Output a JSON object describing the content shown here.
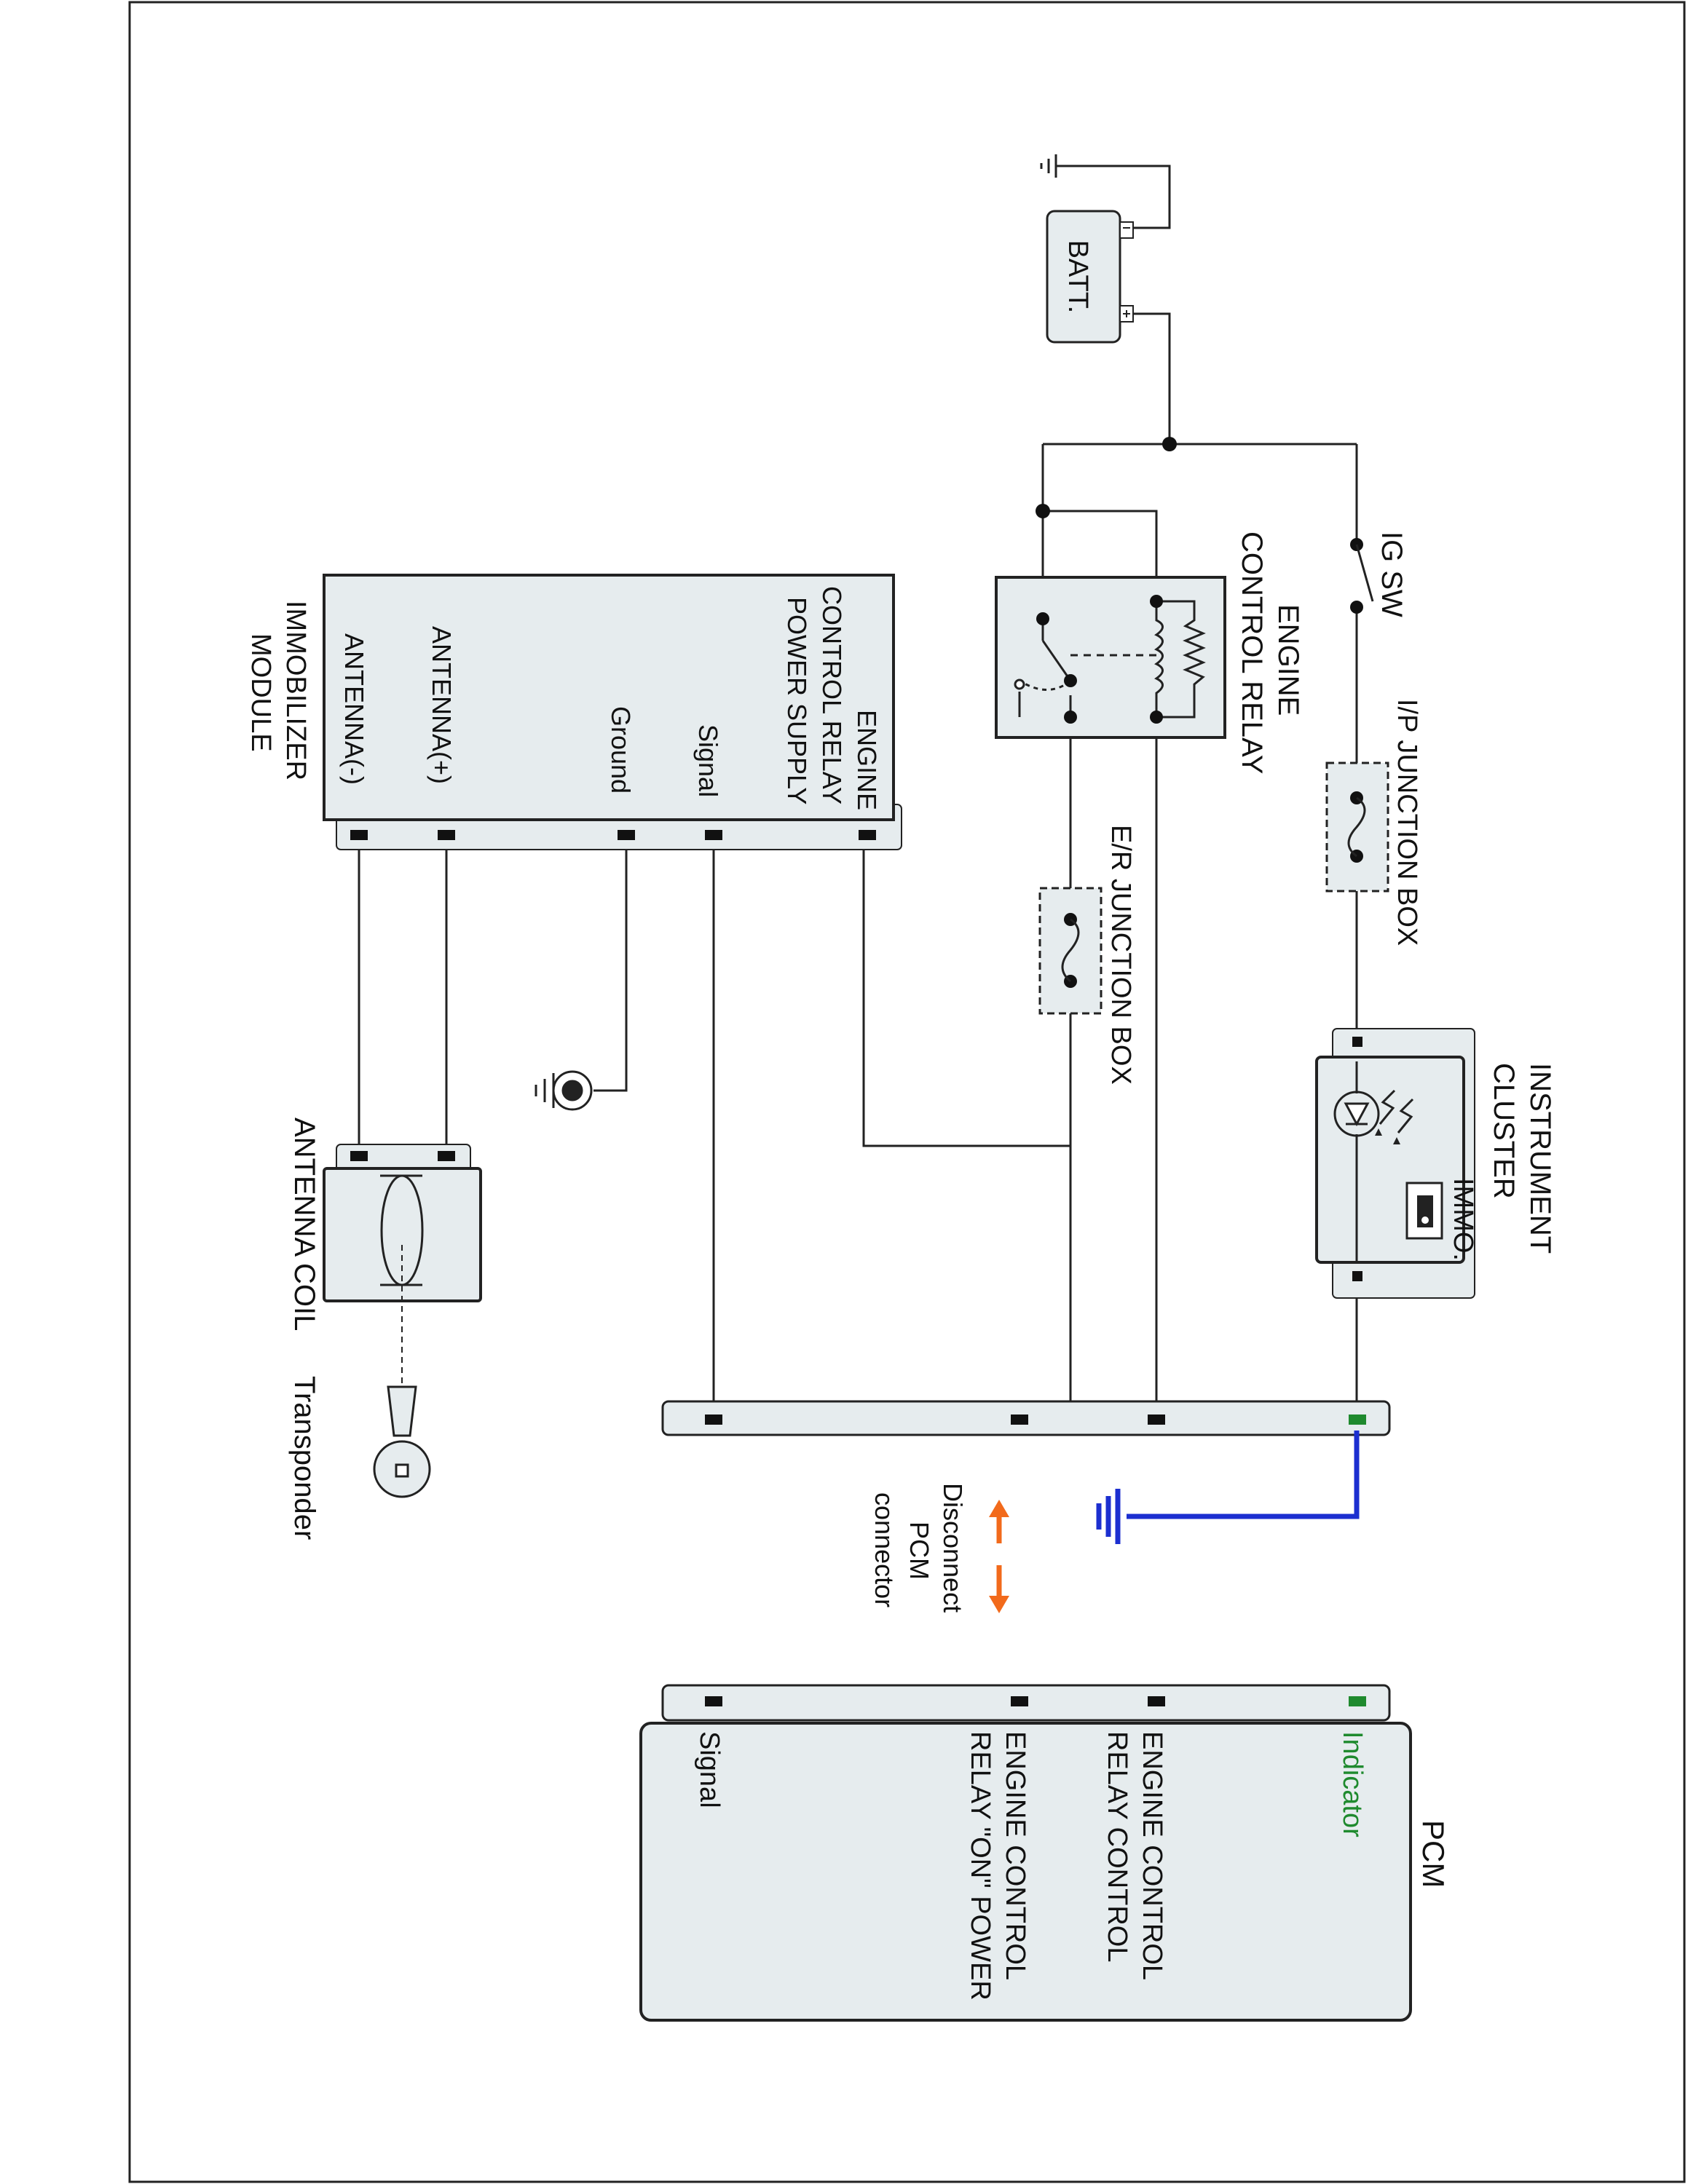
{
  "labels": {
    "batt": "BATT.",
    "ig_sw": "IG SW",
    "engine_control_relay": [
      "ENGINE",
      "CONTROL RELAY"
    ],
    "ip_junction_box": "I/P JUNCTION BOX",
    "er_junction_box": "E/R JUNCTION BOX",
    "instrument_cluster": [
      "INSTRUMENT",
      "CLUSTER"
    ],
    "immo": "IMMO.",
    "antenna_coil": "ANTENNA COIL",
    "transponder": "Transponder",
    "disconnect": [
      "Disconnect",
      "PCM",
      "connector"
    ],
    "pcm": "PCM"
  },
  "immobilizer_module": {
    "title": [
      "IMMOBILIZER",
      "MODULE"
    ],
    "pins": {
      "power_supply": [
        "ENGINE",
        "CONTROL RELAY",
        "POWER SUPPLY"
      ],
      "signal": "Signal",
      "ground": "Ground",
      "antenna_plus": "ANTENNA(+)",
      "antenna_minus": "ANTENNA(-)"
    }
  },
  "pcm_pins": {
    "indicator": "Indicator",
    "relay_control": [
      "ENGINE CONTROL",
      "RELAY CONTROL"
    ],
    "relay_on_power": [
      "ENGINE CONTROL",
      "RELAY \"ON\" POWER"
    ],
    "signal": "Signal"
  },
  "colors": {
    "wire": "#222222",
    "box_fill": "#e6ecee",
    "ground_highlight": "#1c2fd0",
    "indicator": "#1f8a2e",
    "arrow": "#f26a1b"
  }
}
